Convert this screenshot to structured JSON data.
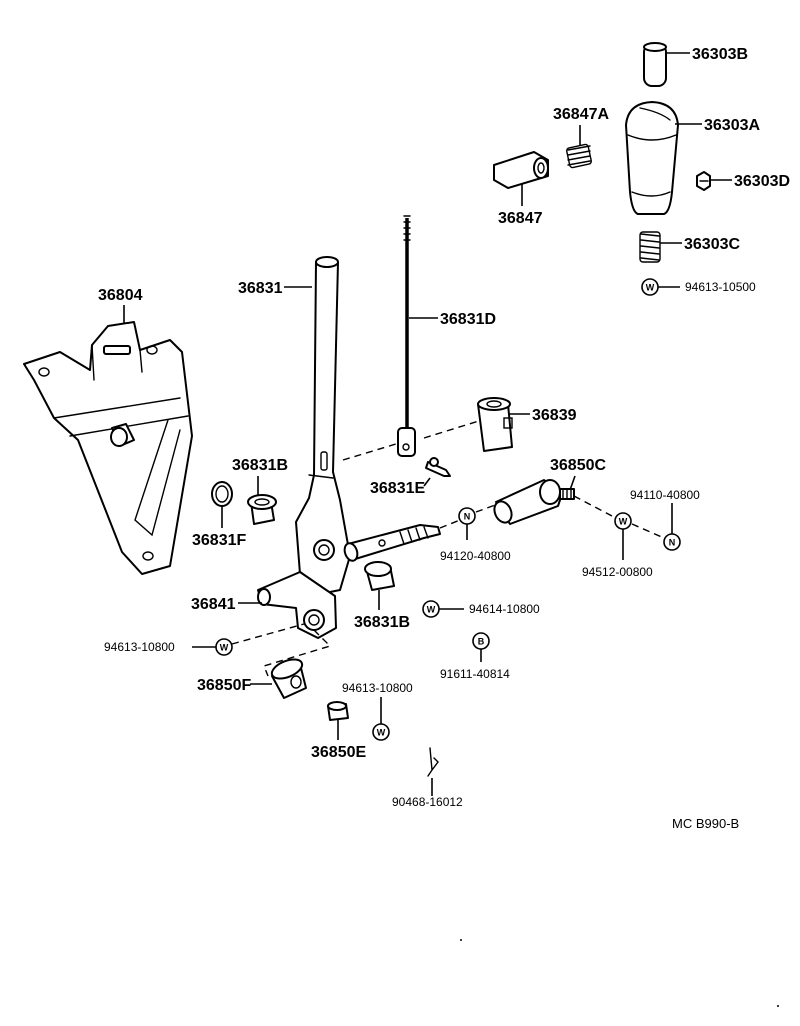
{
  "labels": {
    "p36303B": "36303B",
    "p36303A": "36303A",
    "p36847A": "36847A",
    "p36847": "36847",
    "p36303D": "36303D",
    "p36303C": "36303C",
    "p94613_10500": "94613-10500",
    "p36804": "36804",
    "p36831": "36831",
    "p36831D": "36831D",
    "p36839": "36839",
    "p36831B_top": "36831B",
    "p36831E": "36831E",
    "p36850C": "36850C",
    "p94110_40800": "94110-40800",
    "p36831F": "36831F",
    "p94120_40800": "94120-40800",
    "p94512_00800": "94512-00800",
    "p36841": "36841",
    "p36831B_bot": "36831B",
    "p94614_10800": "94614-10800",
    "p94613_10800_left": "94613-10800",
    "p91611_40814": "91611-40814",
    "p36850F": "36850F",
    "p94613_10800_mid": "94613-10800",
    "p36850E": "36850E",
    "p90468_16012": "90468-16012"
  },
  "badges": {
    "w": "W",
    "n": "N",
    "b": "B"
  },
  "reference_code": "MC  B990-B"
}
